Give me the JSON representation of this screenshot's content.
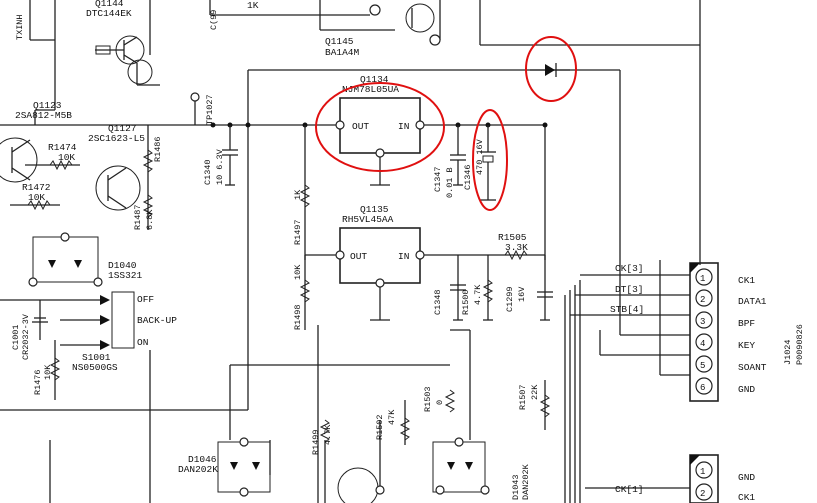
{
  "labels": {
    "q1144": "Q1144",
    "dtc144ek": "DTC144EK",
    "c199": "C(99",
    "r1k_top": "1K",
    "txinh": "TXINH",
    "q1145": "Q1145",
    "ba1a4m": "BA1A4M",
    "q1123": "Q1123",
    "q1123_part": "2SA812-M5B",
    "q1127": "Q1127",
    "q1127_part": "2SC1623-L5",
    "tp1027": "TP1027",
    "r1474": "R1474",
    "r1474_v": "10K",
    "r1472": "R1472",
    "r1472_v": "10K",
    "r1486": "R1486",
    "r1487": "R1487",
    "r1487_v": "6.8K",
    "c1340": "C1340",
    "c1340_v": "10 6.3V",
    "q1134": "Q1134",
    "q1134_part": "NJM78L05UA",
    "q1134_out": "OUT",
    "q1134_in": "IN",
    "c1347": "C1347",
    "c1347_v": "0.01 B",
    "c1346": "C1346",
    "c1346_v": "470 16V",
    "r1497": "R1497",
    "r1497_v": "1K",
    "q1135": "Q1135",
    "q1135_part": "RH5VL45AA",
    "q1135_out": "OUT",
    "q1135_in": "IN",
    "r1505": "R1505",
    "r1505_v": "3.3K",
    "r1498": "R1498",
    "r1498_v": "10K",
    "c1348": "C1348",
    "r1500": "R1500",
    "r1500_v": "4.7K",
    "c1299": "C1299",
    "c1299_v": "16V",
    "d1040": "D1040",
    "d1040_part": "1SS321",
    "c1001": "C1001",
    "c1001_v": "CR2032-3V",
    "r1476": "R1476",
    "r1476_v": "10K",
    "s1001": "S1001",
    "s1001_part": "NS0500GS",
    "sw_off": "OFF",
    "sw_backup": "BACK-UP",
    "sw_on": "ON",
    "d1046": "D1046",
    "d1046_part": "DAN202K",
    "r1499": "R1499",
    "r1499_v": "4.7K",
    "r1502": "R1502",
    "r1502_v": "47K",
    "r1503": "R1503",
    "r1503_v": "0",
    "r1507": "R1507",
    "r1507_v": "22K",
    "d1043": "D1043",
    "d1043_part": "DAN202K",
    "net_ck3": "CK[3]",
    "net_dt3": "DT[3]",
    "net_stb4": "STB[4]",
    "net_ck1": "CK[1]",
    "j1024": "J1024",
    "j1024_part": "P0090826",
    "conn_pins": [
      {
        "num": "1",
        "label": "CK1"
      },
      {
        "num": "2",
        "label": "DATA1"
      },
      {
        "num": "3",
        "label": "BPF"
      },
      {
        "num": "4",
        "label": "KEY"
      },
      {
        "num": "5",
        "label": "SOANT"
      },
      {
        "num": "6",
        "label": "GND"
      }
    ],
    "conn2_pins": [
      {
        "num": "1",
        "label": "GND"
      },
      {
        "num": "2",
        "label": "CK1"
      }
    ]
  },
  "colors": {
    "annotation": "#e01010",
    "ink": "#222222"
  }
}
